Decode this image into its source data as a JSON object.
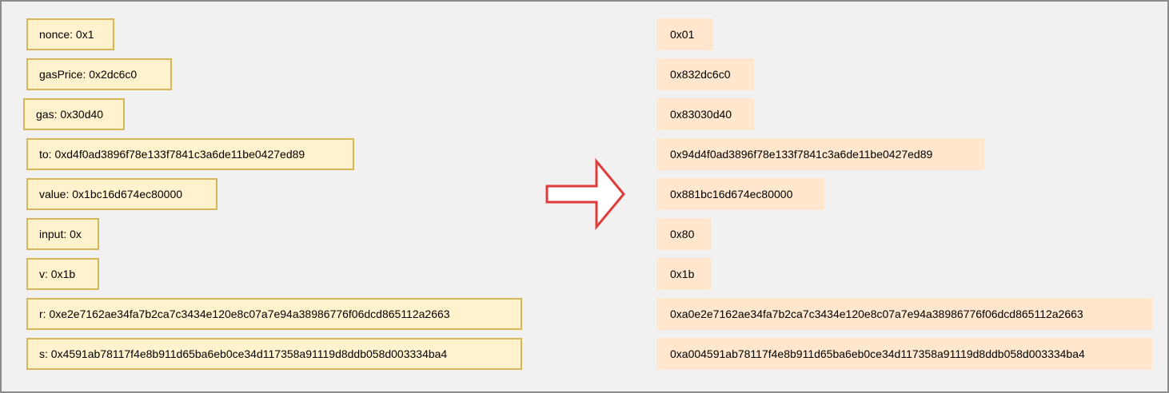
{
  "fields": [
    "nonce: 0x1",
    "gasPrice: 0x2dc6c0",
    "gas: 0x30d40",
    "to: 0xd4f0ad3896f78e133f7841c3a6de11be0427ed89",
    "value: 0x1bc16d674ec80000",
    "input: 0x",
    "v: 0x1b",
    "r: 0xe2e7162ae34fa7b2ca7c3434e120e8c07a7e94a38986776f06dcd865112a2663",
    "s: 0x4591ab78117f4e8b911d65ba6eb0ce34d117358a91119d8ddb058d003334ba4"
  ],
  "encoded": [
    "0x01",
    "0x832dc6c0",
    "0x83030d40",
    "0x94d4f0ad3896f78e133f7841c3a6de11be0427ed89",
    "0x881bc16d674ec80000",
    "0x80",
    "0x1b",
    "0xa0e2e7162ae34fa7b2ca7c3434e120e8c07a7e94a38986776f06dcd865112a2663",
    "0xa004591ab78117f4e8b911d65ba6eb0ce34d117358a91119d8ddb058d003334ba4"
  ],
  "colors": {
    "field_fill": "#fff2cc",
    "field_border": "#d6b656",
    "encoded_fill": "#ffe6cc",
    "arrow_stroke": "#e03b3b"
  },
  "icons": {
    "arrow": "right-arrow-icon"
  }
}
